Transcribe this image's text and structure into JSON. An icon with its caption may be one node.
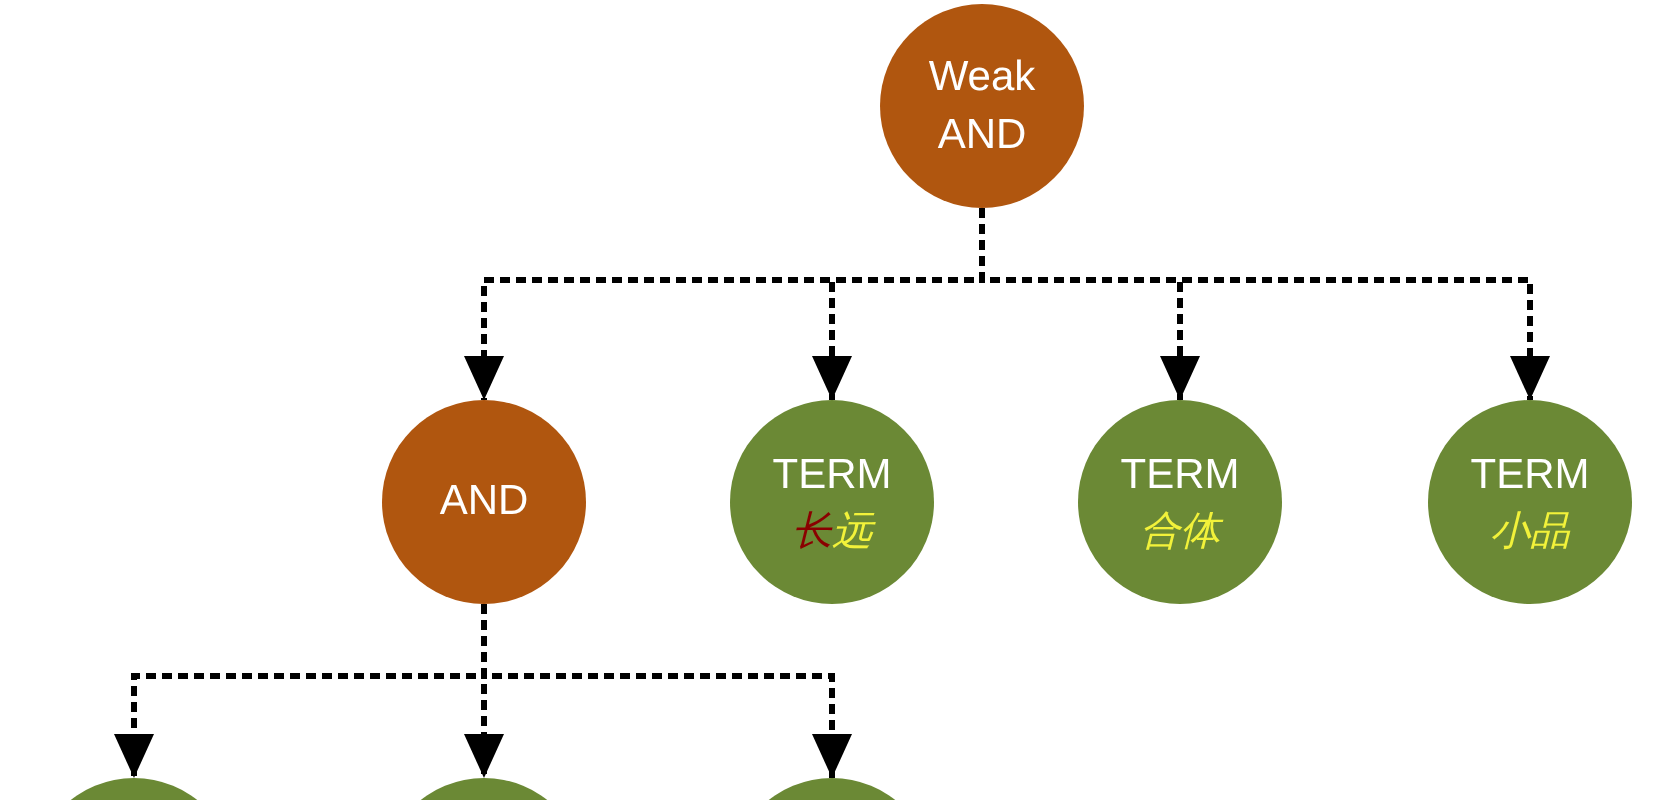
{
  "diagram": {
    "nodes": [
      {
        "text": [
          "Weak AND"
        ]
      },
      {
        "text": [
          "AND"
        ]
      },
      {
        "text": [
          "TERM",
          "长远"
        ]
      },
      {
        "text": [
          "TERM",
          "合体"
        ]
      },
      {
        "text": [
          "TERM",
          "小品"
        ]
      },
      {
        "text": [],
        "shape": "circle"
      },
      {
        "text": [],
        "shape": "circle"
      },
      {
        "text": [],
        "shape": "circle"
      }
    ],
    "edges": [
      {
        "from": 0,
        "to": 1,
        "arrow": "to",
        "style": "dashed"
      },
      {
        "from": 0,
        "to": 2,
        "arrow": "to",
        "style": "dashed"
      },
      {
        "from": 0,
        "to": 3,
        "arrow": "to",
        "style": "dashed"
      },
      {
        "from": 0,
        "to": 4,
        "arrow": "to",
        "style": "dashed"
      },
      {
        "from": 1,
        "to": 5,
        "arrow": "to",
        "style": "dashed"
      },
      {
        "from": 1,
        "to": 6,
        "arrow": "to",
        "style": "dashed"
      },
      {
        "from": 1,
        "to": 7,
        "arrow": "to",
        "style": "dashed"
      }
    ]
  }
}
